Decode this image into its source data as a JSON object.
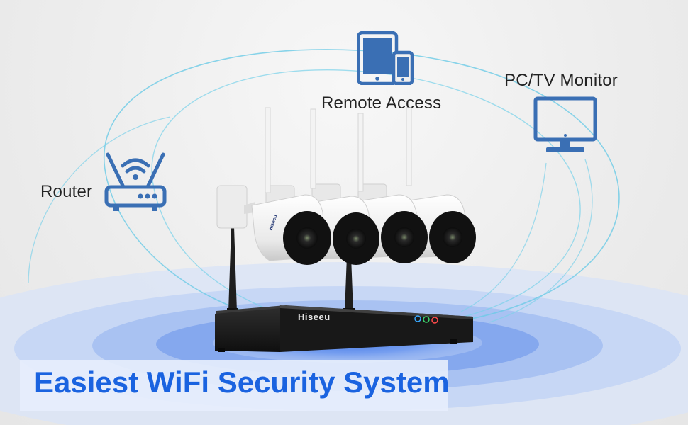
{
  "labels": {
    "router": "Router",
    "remote_access": "Remote Access",
    "monitor": "PC/TV Monitor"
  },
  "nvr": {
    "brand": "Hiseeu"
  },
  "camera_brand": "Hiseeu",
  "headline": "Easiest WiFi Security System",
  "colors": {
    "icon_blue": "#3a6fb4",
    "headline_blue": "#1a63e0",
    "wave_cyan": "#63cbe6",
    "ring_blue": "#6e98ea",
    "banner_bg": "#e6eefc"
  },
  "icons": [
    "router-icon",
    "tablet-phone-icon",
    "monitor-icon"
  ]
}
